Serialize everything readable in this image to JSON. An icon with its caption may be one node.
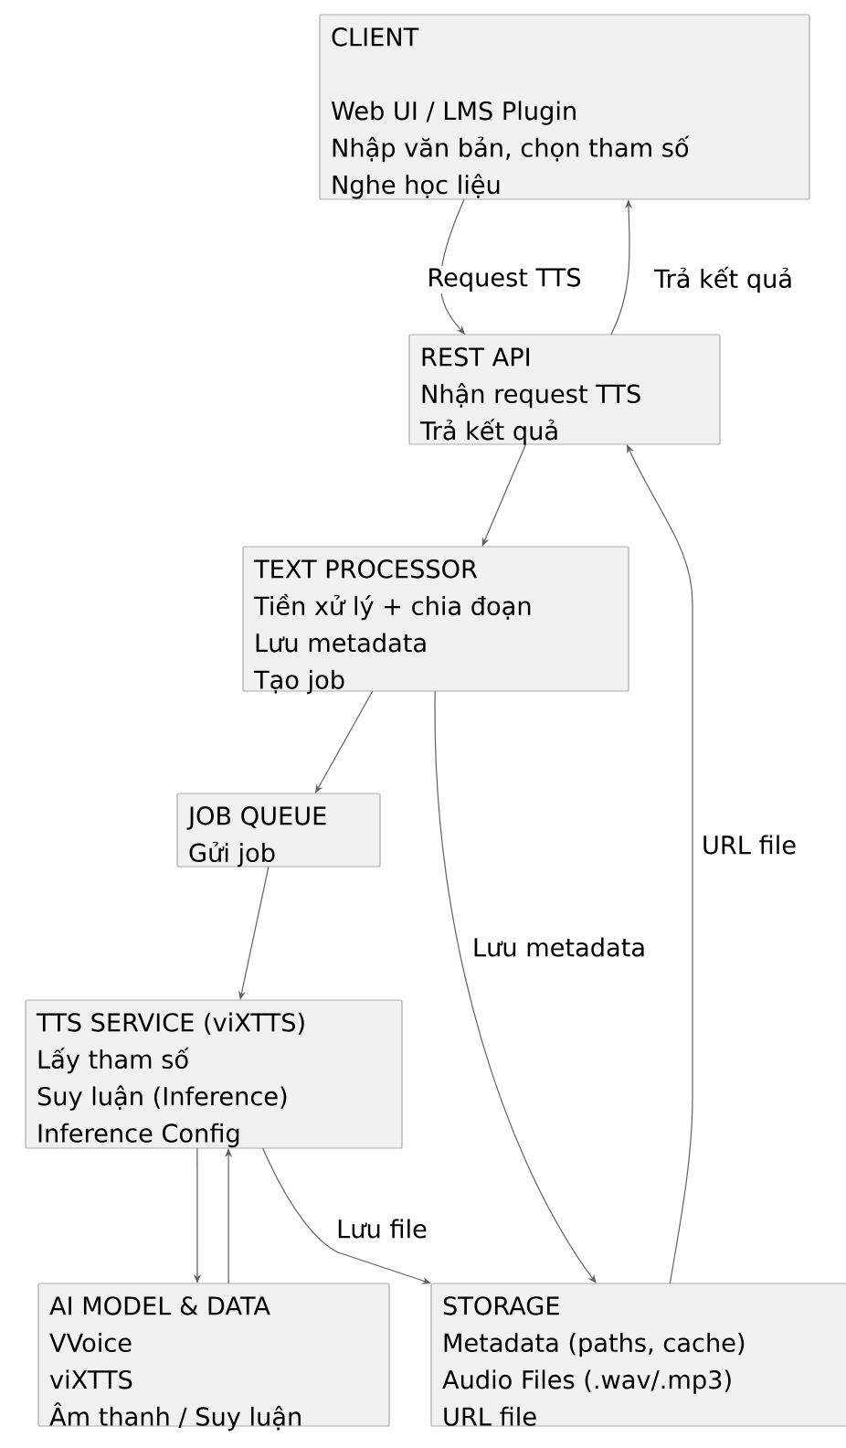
{
  "diagram": {
    "nodes": [
      {
        "text": [
          "CLIENT",
          "Web UI / LMS Plugin",
          "Nhập văn bản, chọn tham số",
          "Nghe học liệu"
        ]
      },
      {
        "text": [
          "REST API",
          "Nhận request TTS",
          "Trả kết quả"
        ]
      },
      {
        "text": [
          "TEXT PROCESSOR",
          "Tiền xử lý + chia đoạn",
          "Lưu metadata",
          "Tạo job"
        ]
      },
      {
        "text": [
          "JOB QUEUE",
          "Gửi job"
        ]
      },
      {
        "text": [
          "TTS SERVICE (viXTTS)",
          "Lấy tham số",
          "Suy luận (Inference)",
          "Inference Config"
        ]
      },
      {
        "text": [
          "AI MODEL & DATA",
          "VVoice",
          "viXTTS",
          "Âm thanh / Suy luận"
        ]
      },
      {
        "text": [
          "STORAGE",
          "Metadata (paths, cache)",
          "Audio Files (.wav/.mp3)",
          "URL file"
        ]
      }
    ],
    "edges": [
      {
        "from": 0,
        "to": 1,
        "arrow": "to",
        "label": "Request TTS"
      },
      {
        "from": 1,
        "to": 0,
        "arrow": "to",
        "label": "Trả kết quả"
      },
      {
        "from": 1,
        "to": 2,
        "arrow": "to"
      },
      {
        "from": 6,
        "to": 1,
        "arrow": "to",
        "label": "URL file"
      },
      {
        "from": 2,
        "to": 3,
        "arrow": "to"
      },
      {
        "from": 2,
        "to": 6,
        "arrow": "to",
        "label": "Lưu metadata"
      },
      {
        "from": 3,
        "to": 4,
        "arrow": "to"
      },
      {
        "from": 4,
        "to": 5,
        "arrow": "to"
      },
      {
        "from": 5,
        "to": 4,
        "arrow": "to"
      },
      {
        "from": 4,
        "to": 6,
        "arrow": "to",
        "label": "Lưu file"
      }
    ]
  }
}
